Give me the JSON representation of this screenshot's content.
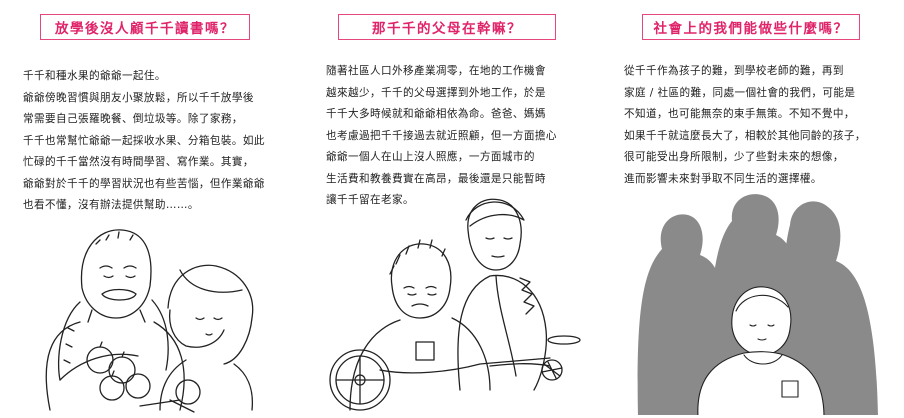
{
  "panels": [
    {
      "title": "放學後沒人顧千千讀書嗎？",
      "lines": [
        "千千和種水果的爺爺一起住。",
        "爺爺傍晚習慣與朋友小聚放鬆，所以千千放學後",
        "常需要自己張羅晚餐、倒垃圾等。除了家務，",
        "千千也常幫忙爺爺一起採收水果、分箱包裝。如此",
        "忙碌的千千當然沒有時間學習、寫作業。其實，",
        "爺爺對於千千的學習狀況也有些苦惱，但作業爺爺",
        "也看不懂，沒有辦法提供幫助……。"
      ]
    },
    {
      "title": "那千千的父母在幹嘛？",
      "lines": [
        "隨著社區人口外移產業凋零，在地的工作機會",
        "越來越少，千千的父母選擇到外地工作，於是",
        "千千大多時候就和爺爺相依為命。爸爸、媽媽",
        "也考慮過把千千接過去就近照顧，但一方面擔心",
        "爺爺一個人在山上沒人照應，一方面城市的",
        "生活費和教養費實在高昂，最後還是只能暫時",
        "讓千千留在老家。"
      ]
    },
    {
      "title": "社會上的我們能做些什麼嗎？",
      "lines": [
        "從千千作為孩子的難，到學校老師的難，再到",
        "家庭 / 社區的難，同處一個社會的我們，可能是",
        "不知道，也可能無奈的束手無策。不知不覺中，",
        "如果千千就這麼長大了，相較於其他同齡的孩子，",
        "很可能受出身所限制，少了些對未來的想像，",
        "進而影響未來對爭取不同生活的選擇權。"
      ]
    }
  ],
  "colors": {
    "accent": "#e0246a",
    "text": "#222222",
    "shadow_figures": "#8a8a8a"
  }
}
